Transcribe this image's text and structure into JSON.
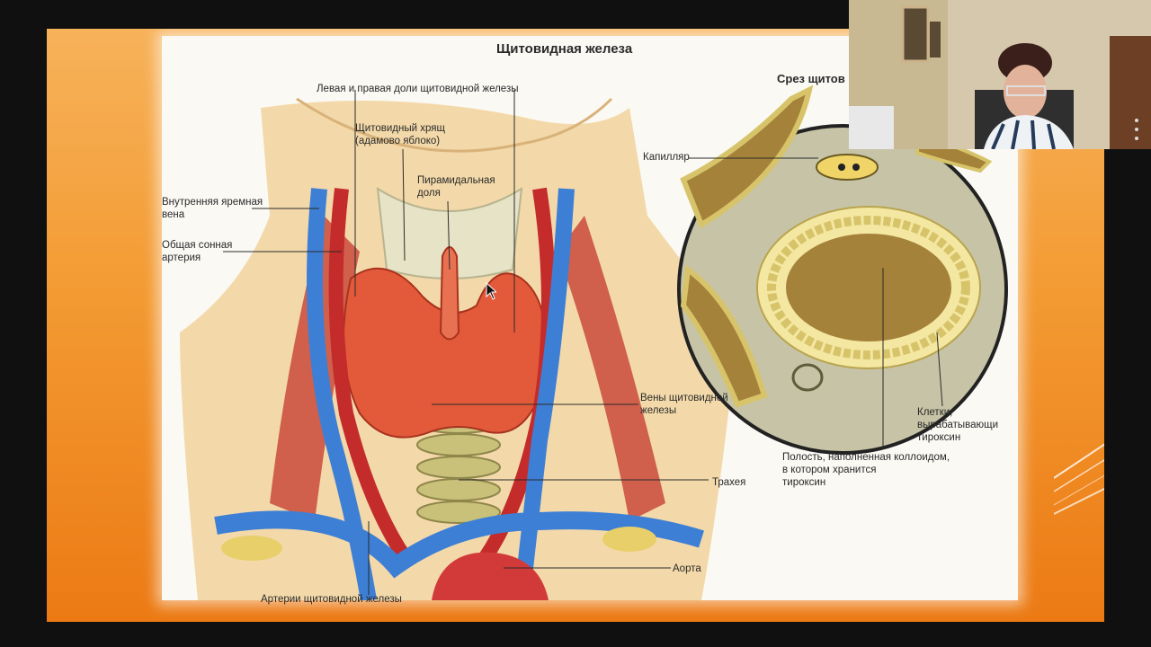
{
  "slide": {
    "title": "Щитовидная железа",
    "section_cut_title": "Срез щитов",
    "colors": {
      "frame": "#f39a32",
      "panel": "#fbf9f4",
      "vein": "#3e7fd6",
      "artery": "#c42b2b",
      "gland": "#e25a3a"
    }
  },
  "labels": {
    "lobes": "Левая и правая доли щитовидной железы",
    "adams_apple": "Щитовидный хрящ\n(адамово яблоко)",
    "pyramidal": "Пирамидальная\nдоля",
    "jugular_vein": "Внутренняя яремная\nвена",
    "carotid_artery": "Общая сонная\nартерия",
    "thyroid_veins": "Вены щитовидной\nжелезы",
    "trachea": "Трахея",
    "aorta": "Аорта",
    "thyroid_arteries": "Артерии щитовидной железы",
    "capillary": "Капилляр",
    "cells": "Клетки,\nвырабатывающи\nтироксин",
    "cavity": "Полость, наполненная коллоидом,\nв котором хранится\nтироксин"
  },
  "webcam": {
    "icon": "user-video-icon"
  },
  "toolbar": {
    "menu_icon": "more-vertical-icon"
  }
}
